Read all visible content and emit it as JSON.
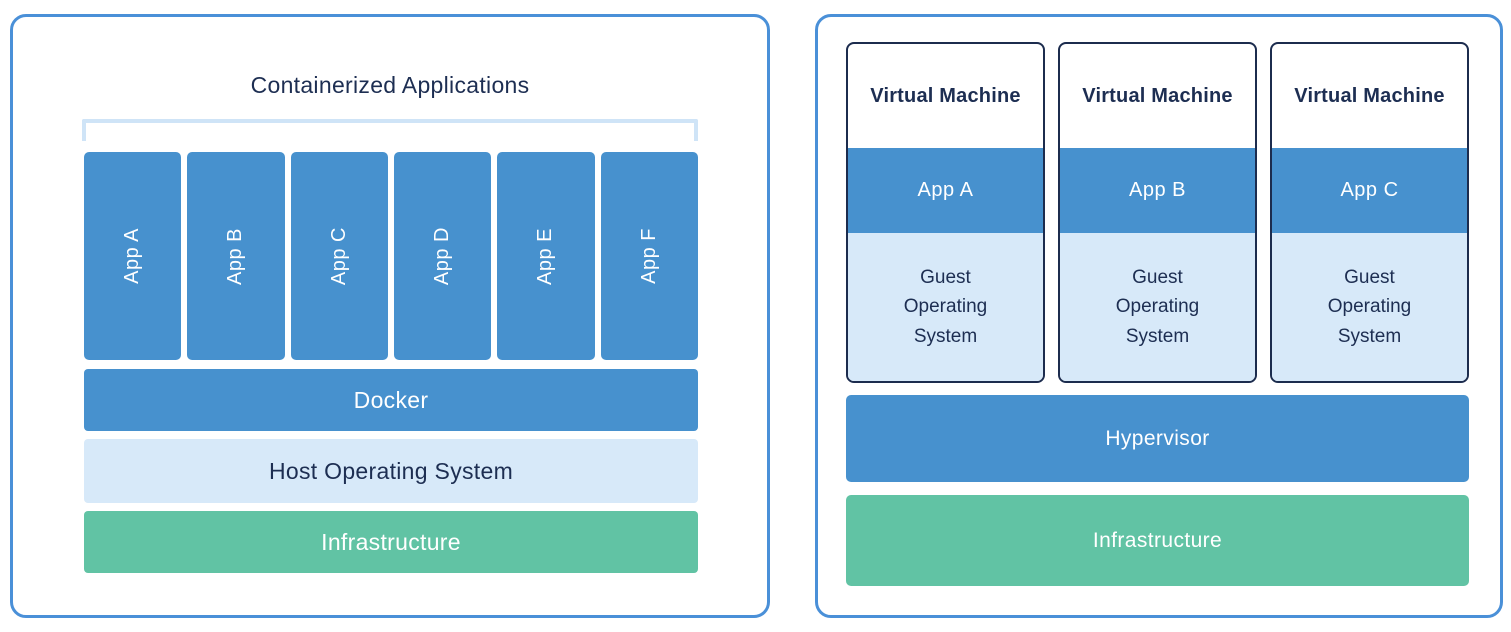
{
  "colors": {
    "panel_border": "#4A90D8",
    "block_blue": "#4791CE",
    "block_light_blue": "#D7E9F9",
    "block_green": "#61C3A4",
    "text_navy": "#1D2E52",
    "text_white": "#FFFFFF",
    "bracket_light_blue": "#CFE4F7",
    "vm_box_border": "#1C2C4E"
  },
  "left": {
    "title": "Containerized Applications",
    "apps": [
      "App A",
      "App B",
      "App C",
      "App D",
      "App E",
      "App F"
    ],
    "layers": [
      {
        "label": "Docker",
        "style": "blue"
      },
      {
        "label": "Host Operating System",
        "style": "light"
      },
      {
        "label": "Infrastructure",
        "style": "green"
      }
    ]
  },
  "right": {
    "vms": [
      {
        "title": "Virtual Machine",
        "app": "App A",
        "os": "Guest Operating System"
      },
      {
        "title": "Virtual Machine",
        "app": "App B",
        "os": "Guest Operating System"
      },
      {
        "title": "Virtual Machine",
        "app": "App C",
        "os": "Guest Operating System"
      }
    ],
    "layers": [
      {
        "label": "Hypervisor",
        "style": "blue"
      },
      {
        "label": "Infrastructure",
        "style": "green"
      }
    ]
  }
}
